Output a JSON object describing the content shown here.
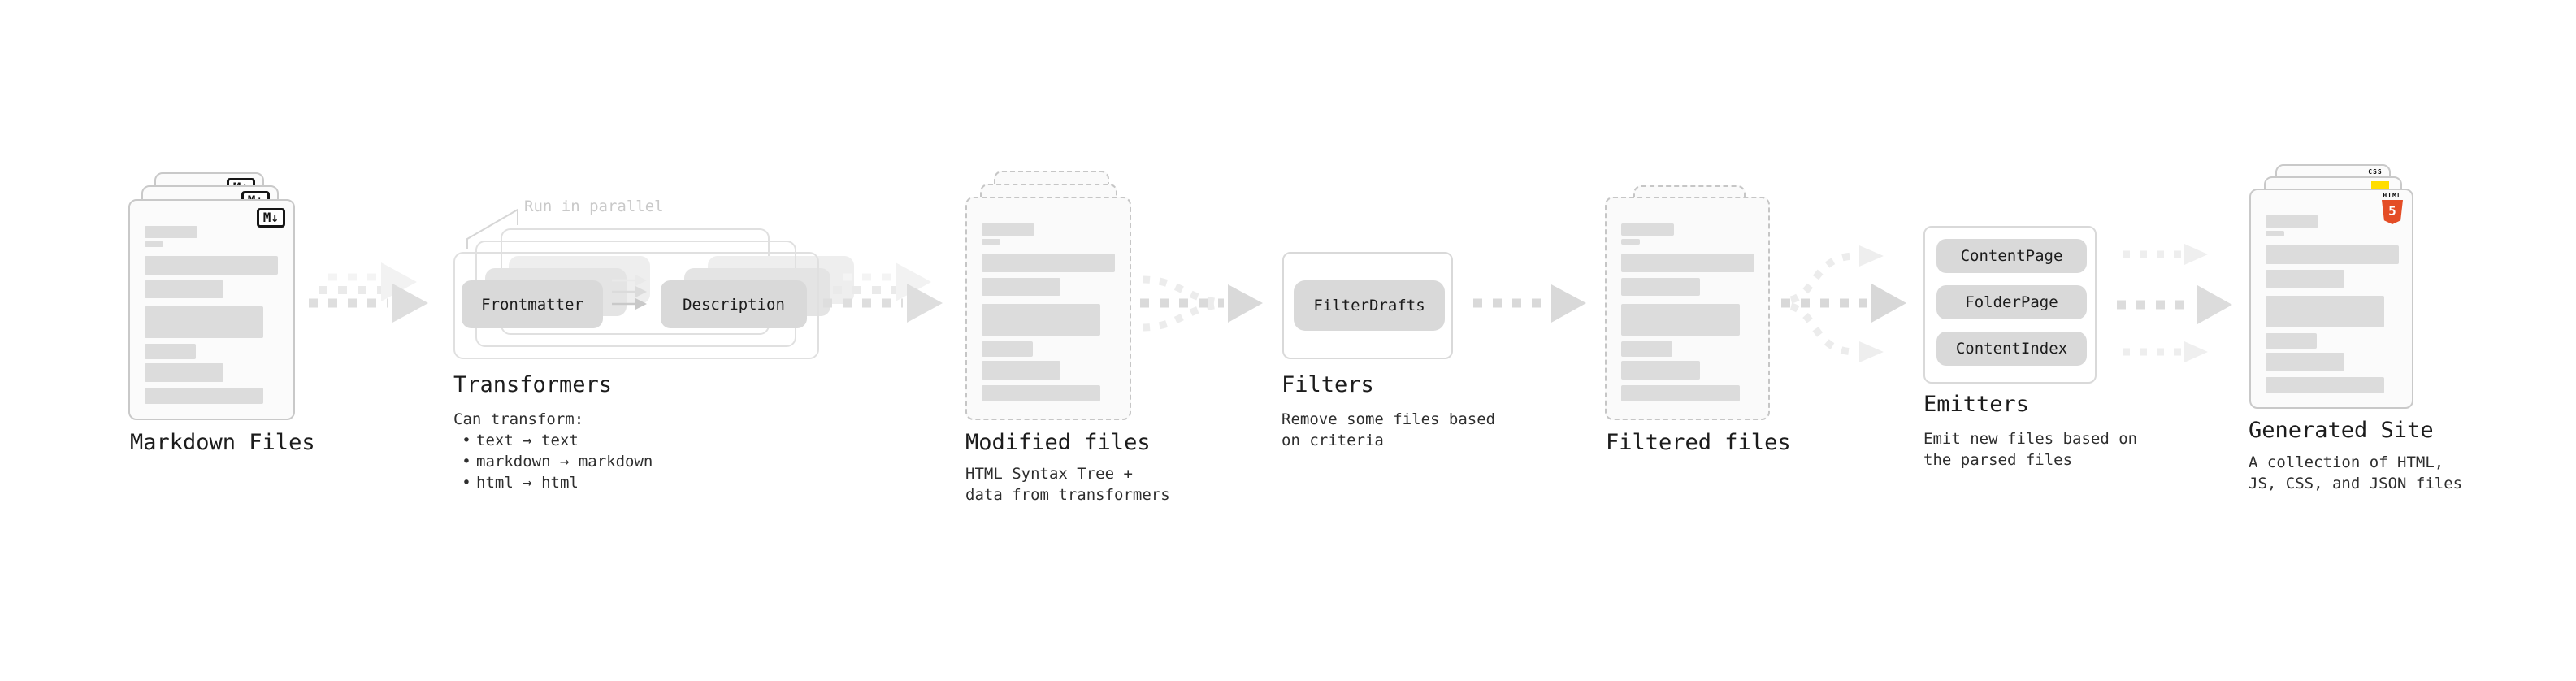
{
  "markdown": {
    "title": "Markdown Files",
    "badge": "M↓"
  },
  "transformers": {
    "run_label": "Run in parallel",
    "box_left": "Frontmatter",
    "box_right": "Description",
    "title": "Transformers",
    "subtitle": "Can transform:",
    "bullet_char": "•",
    "bullets": [
      "text → text",
      "markdown → markdown",
      "html → html"
    ]
  },
  "modified": {
    "title": "Modified files",
    "subtext": "HTML Syntax Tree +\ndata from transformers"
  },
  "filters": {
    "title": "Filters",
    "button": "FilterDrafts",
    "subtext": "Remove some files based\non criteria"
  },
  "filtered": {
    "title": "Filtered files"
  },
  "emitters": {
    "title": "Emitters",
    "buttons": [
      "ContentPage",
      "FolderPage",
      "ContentIndex"
    ],
    "subtext": "Emit new files based on\nthe parsed files"
  },
  "generated": {
    "title": "Generated Site",
    "subtext": "A collection of HTML,\nJS, CSS, and JSON files",
    "html_badge_label": "HTML",
    "html_badge_number": "5",
    "css_badge_label": "CSS"
  },
  "colors": {
    "html5_orange": "#e44d26",
    "js_yellow": "#ffdd00",
    "css_blue": "#2965f1",
    "arrow_gray": "#dedede",
    "card_border": "#c9c9c9",
    "text_dark": "#1c1c1c"
  }
}
